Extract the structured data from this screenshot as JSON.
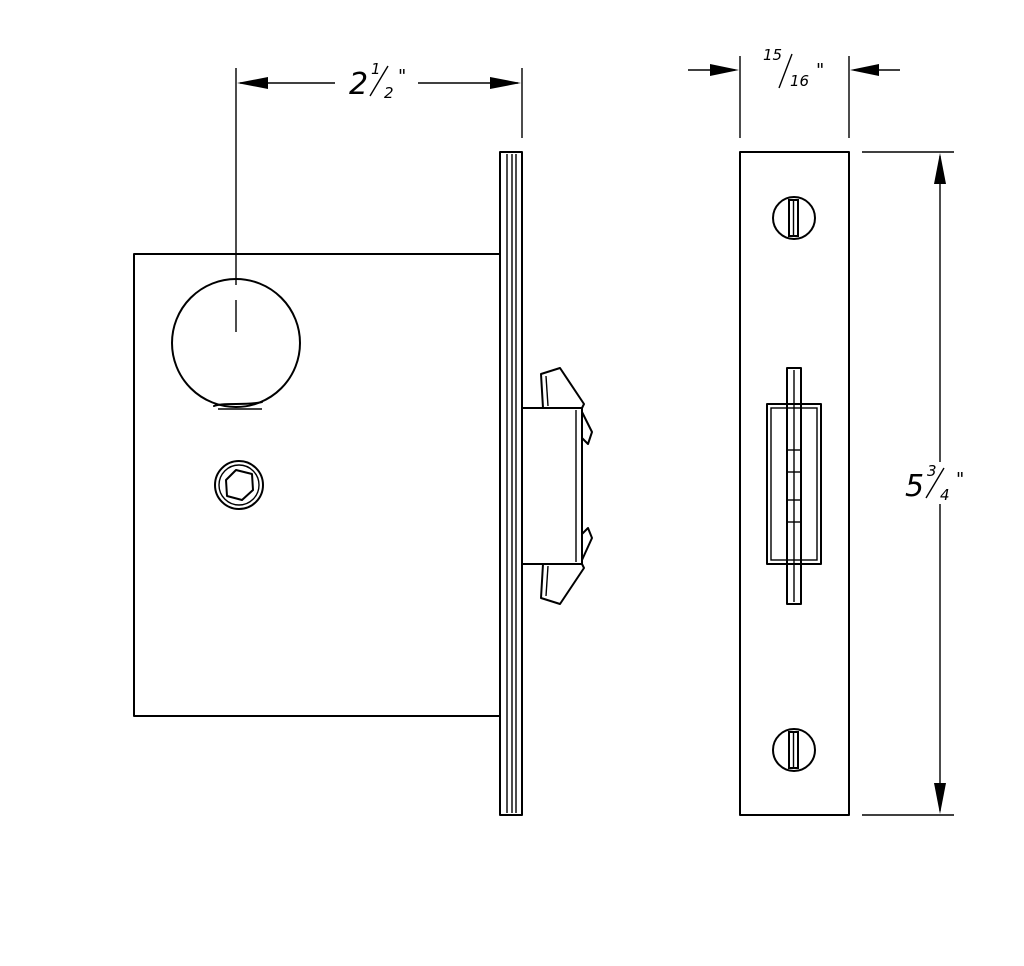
{
  "diagram": {
    "colors": {
      "line": "#000000",
      "background": "#ffffff"
    },
    "dimensions": {
      "backset": {
        "whole": "2",
        "numerator": "1",
        "denominator": "2",
        "unit_mark": "\""
      },
      "faceplate_width": {
        "numerator": "15",
        "denominator": "16",
        "unit_mark": "\""
      },
      "faceplate_height": {
        "whole": "5",
        "numerator": "3",
        "denominator": "4",
        "unit_mark": "\""
      }
    },
    "icons": {
      "screw": "slotted-screw-icon",
      "spindle": "hex-spindle-hole-icon",
      "cylinder": "cylinder-bore-icon"
    }
  }
}
